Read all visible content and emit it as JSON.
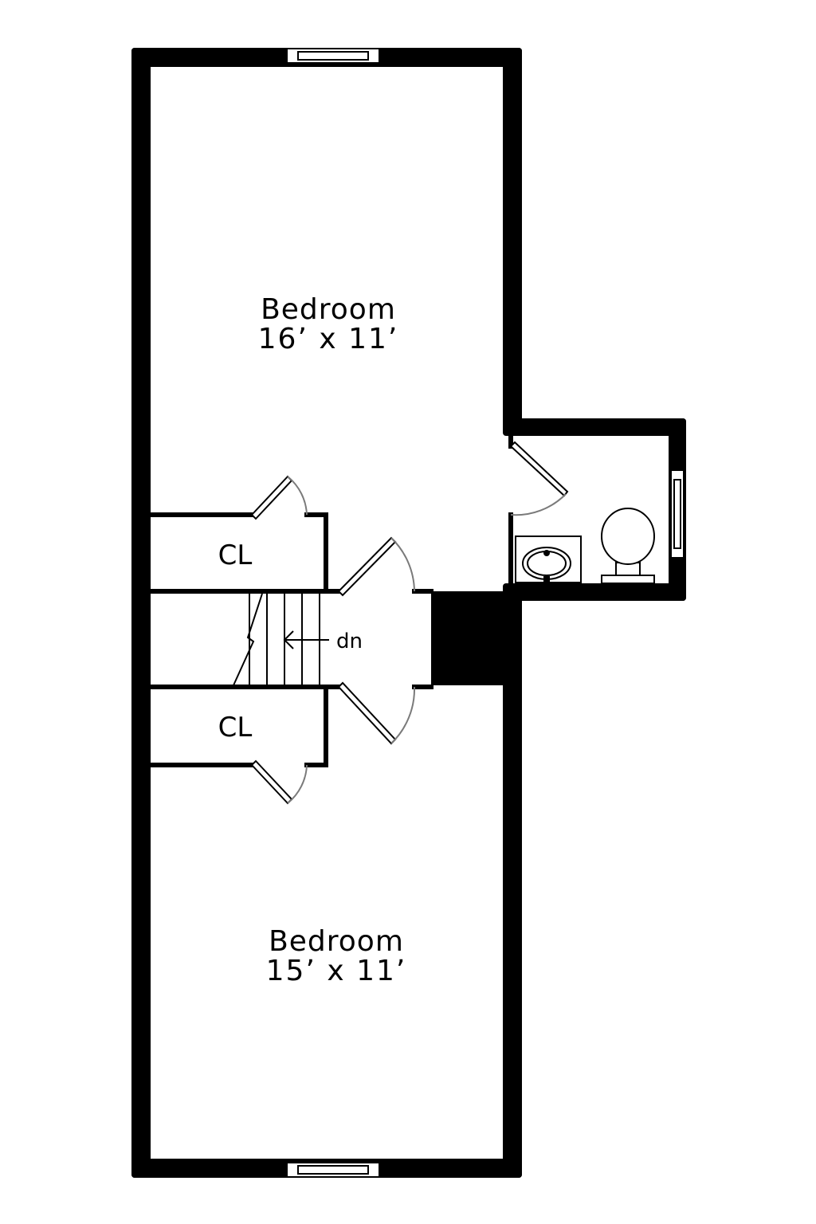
{
  "colors": {
    "wall": "#000000",
    "background": "#ffffff",
    "door_swing": "#7a7a7a"
  },
  "rooms": {
    "bedroom_top": {
      "name": "Bedroom",
      "dims": "16’ x 11’"
    },
    "bedroom_bottom": {
      "name": "Bedroom",
      "dims": "15’ x 11’"
    },
    "closet_top": {
      "name": "CL"
    },
    "closet_bottom": {
      "name": "CL"
    }
  },
  "stairs": {
    "label": "dn"
  },
  "fixtures": [
    "toilet-icon",
    "sink-icon"
  ]
}
